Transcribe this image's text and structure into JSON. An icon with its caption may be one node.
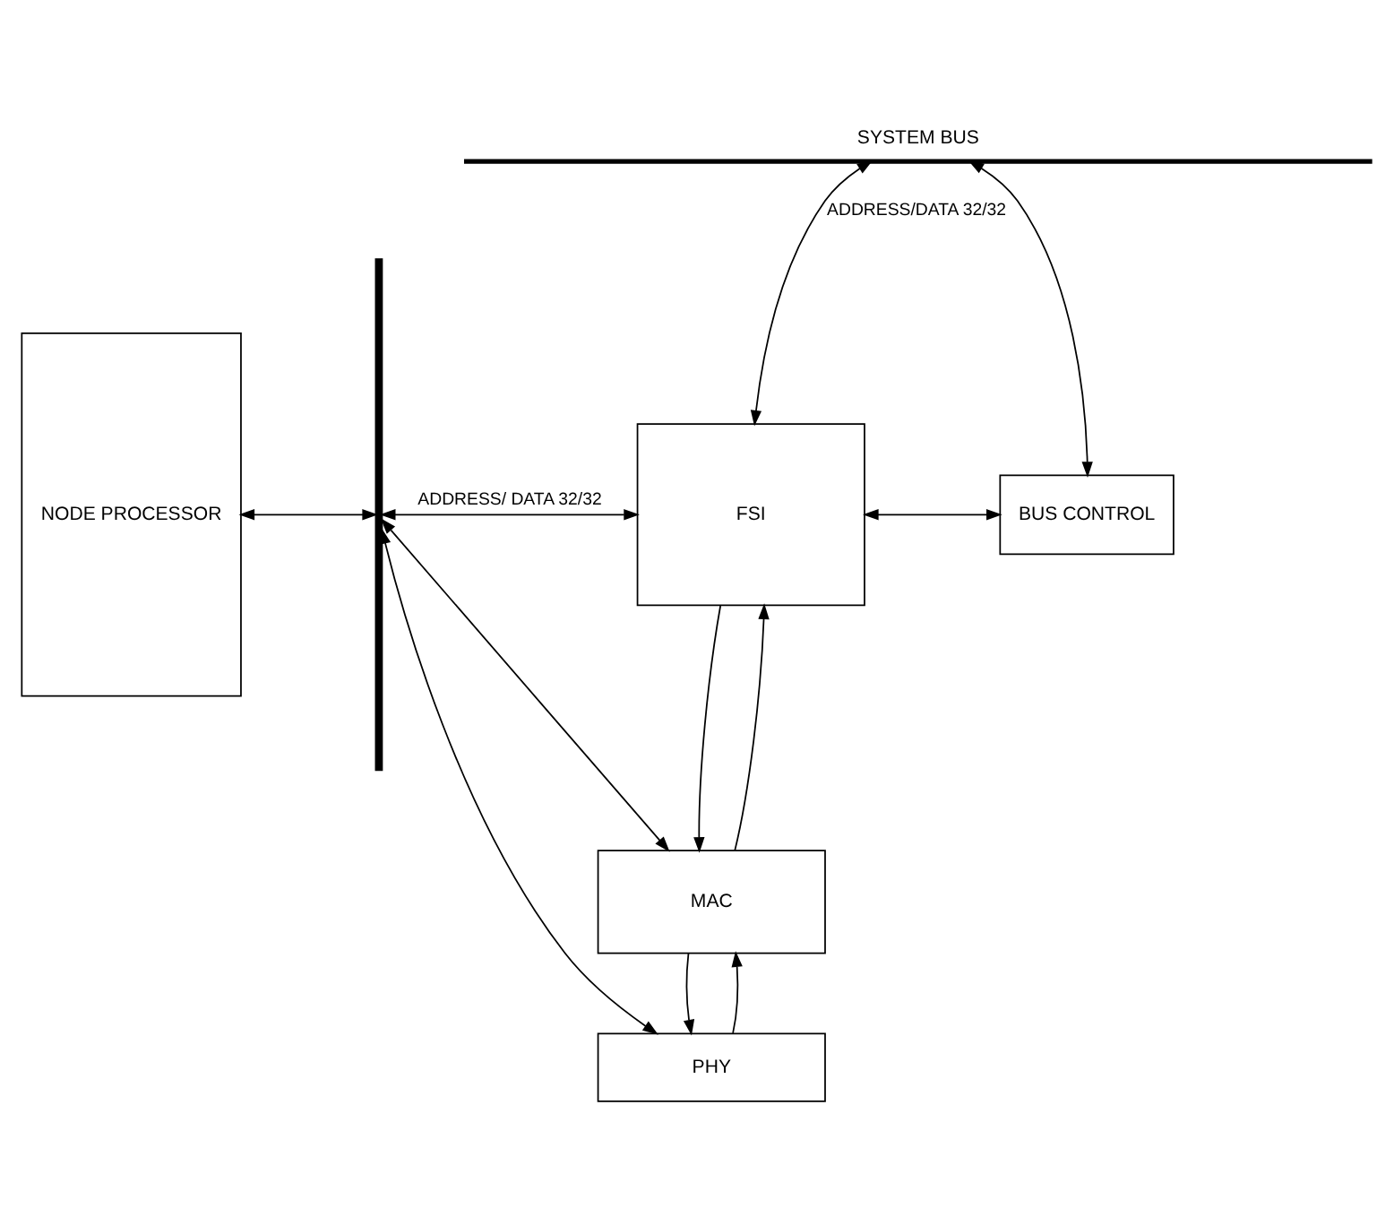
{
  "diagram": {
    "nodes": [
      {
        "text": [
          "SYSTEM BUS"
        ]
      },
      {
        "text": [
          "NODE PROCESSOR"
        ]
      },
      {
        "text": [],
        "shape": "bar"
      },
      {
        "text": [
          "FSI"
        ]
      },
      {
        "text": [
          "BUS CONTROL"
        ]
      },
      {
        "text": [
          "MAC"
        ]
      },
      {
        "text": [
          "PHY"
        ]
      }
    ],
    "edges": [
      {
        "from": 0,
        "to": 3,
        "arrow": "both",
        "label": "ADDRESS/DATA 32/32"
      },
      {
        "from": 0,
        "to": 4,
        "arrow": "both"
      },
      {
        "from": 2,
        "to": 3,
        "arrow": "both",
        "label": "ADDRESS/ DATA 32/32"
      },
      {
        "from": 3,
        "to": 4,
        "arrow": "both"
      },
      {
        "from": 1,
        "to": 2,
        "arrow": "both"
      },
      {
        "from": 2,
        "to": 5,
        "arrow": "both"
      },
      {
        "from": 2,
        "to": 6,
        "arrow": "both"
      },
      {
        "from": 5,
        "to": 3,
        "arrow": "to"
      },
      {
        "from": 3,
        "to": 5,
        "arrow": "to"
      },
      {
        "from": 6,
        "to": 5,
        "arrow": "to"
      },
      {
        "from": 5,
        "to": 6,
        "arrow": "to"
      }
    ]
  }
}
